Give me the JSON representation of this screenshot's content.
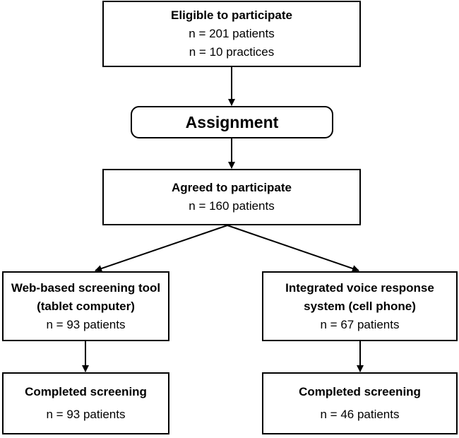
{
  "eligible": {
    "title": "Eligible to participate",
    "patients": "n = 201 patients",
    "practices": "n = 10 practices"
  },
  "assignment": {
    "title": "Assignment"
  },
  "agreed": {
    "title": "Agreed to participate",
    "patients": "n = 160 patients"
  },
  "web": {
    "title_line1": "Web-based screening tool",
    "title_line2": "(tablet computer)",
    "patients": "n = 93 patients"
  },
  "ivr": {
    "title_line1": "Integrated voice response",
    "title_line2": "system (cell phone)",
    "patients": "n = 67 patients"
  },
  "web_completed": {
    "title": "Completed screening",
    "patients": "n = 93 patients"
  },
  "ivr_completed": {
    "title": "Completed screening",
    "patients": "n = 46 patients"
  }
}
